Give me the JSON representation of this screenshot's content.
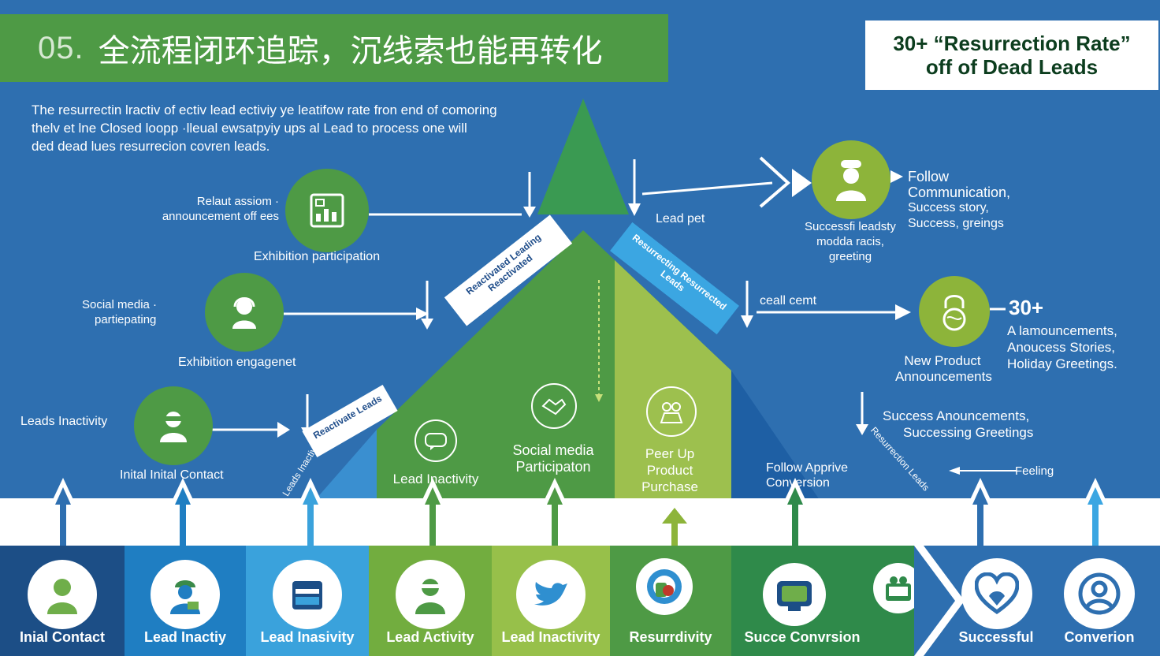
{
  "title": {
    "number": "05.",
    "text": "全流程闭环追踪，沉线索也能再转化"
  },
  "stat_box": {
    "line1": "30+ “Resurrection Rate”",
    "line2": "off of Dead Leads"
  },
  "intro": {
    "line1": "The resurrectin lractiv of ectiv lead ectiviy ye leatifow rate fron end of comoring",
    "line2": "thelv et lne Closed loopp ·lleual ewsatpyiy ups al Lead to process one will",
    "line3": "ded dead lues resurrecion covren leads."
  },
  "left_nodes": [
    {
      "side_label_1": "Relaut assiom ·",
      "side_label_2": "announcement off ees",
      "caption": "Exhibition participation",
      "icon": "exhibition-board-icon"
    },
    {
      "side_label_1": "Social media ·",
      "side_label_2": "partiepating",
      "caption": "Exhibition engagenet",
      "icon": "headset-person-icon"
    },
    {
      "side_label_1": "Leads Inactivity",
      "side_label_2": "",
      "caption": "Inital Inital Contact",
      "icon": "person-icon"
    }
  ],
  "banners": {
    "left_top": "Reactivated Leading Reactivated",
    "right_top": "Resurrecting Resurrected Leads",
    "left_bottom": "Reactivate Leads",
    "left_bottom_side": "Leads Inactivity",
    "right_bottom_side": "Resurrection Leads"
  },
  "pyramid_columns": [
    {
      "label": "Lead Inactivity",
      "icon": "speech-bubble-icon"
    },
    {
      "label": "Social media Participaton",
      "icon": "handshake-icon"
    },
    {
      "label": "Peer Up Product Purchase",
      "icon": "product-bag-icon"
    }
  ],
  "center_labels": {
    "lead_pet": "Lead pet",
    "ceall_cemt": "ceall cemt"
  },
  "right_nodes": [
    {
      "caption_1": "Successfi leadsty",
      "caption_2": "modda racis,",
      "caption_3": "greeting",
      "side_1": "Follow",
      "side_2": "Communication,",
      "side_3": "Success story,",
      "side_4": "Success, greings",
      "icon": "chef-person-icon"
    },
    {
      "caption_1": "New Product",
      "caption_2": "Announcements",
      "stat": "30+",
      "side_1": "A lamouncements,",
      "side_2": "Anoucess Stories,",
      "side_3": "Holiday Greetings.",
      "icon": "lock-globe-icon"
    }
  ],
  "right_lower": {
    "success_1": "Success Anouncements,",
    "success_2": "Successing Greetings",
    "follow_1": "Follow Apprive",
    "follow_2": "Conversion",
    "feeling": "Feeling"
  },
  "bottom_tiles": [
    {
      "label": "Inial Contact",
      "color": "#1c4e86",
      "icon": "person-icon"
    },
    {
      "label": "Lead Inactiy",
      "color": "#1f7ec2",
      "icon": "worker-icon"
    },
    {
      "label": "Lead Inasivity",
      "color": "#3aa2dc",
      "icon": "calendar-icon"
    },
    {
      "label": "Lead Activity",
      "color": "#72ad3f",
      "icon": "person-icon"
    },
    {
      "label": "Lead Inactivity",
      "color": "#97c04a",
      "icon": "bird-icon"
    },
    {
      "label": "Resurrdivity",
      "color": "#4e9a45",
      "icon": "target-icon"
    },
    {
      "label": "Succe Convrsion",
      "color": "#2f8a4a",
      "icon": "device-icon"
    },
    {
      "label": "",
      "color": "#2f8a4a",
      "icon": "gift-icon"
    },
    {
      "label": "Successful",
      "color": "#2e6fb0",
      "icon": "heart-icon"
    },
    {
      "label": "Converion",
      "color": "#2e6fb0",
      "icon": "person-circle-icon"
    }
  ],
  "colors": {
    "background_blue": "#2e6fb0",
    "title_green": "#4e9a45",
    "lime": "#8db43a",
    "light_blue": "#3ba6e2",
    "dark_green": "#0c3d1e"
  }
}
